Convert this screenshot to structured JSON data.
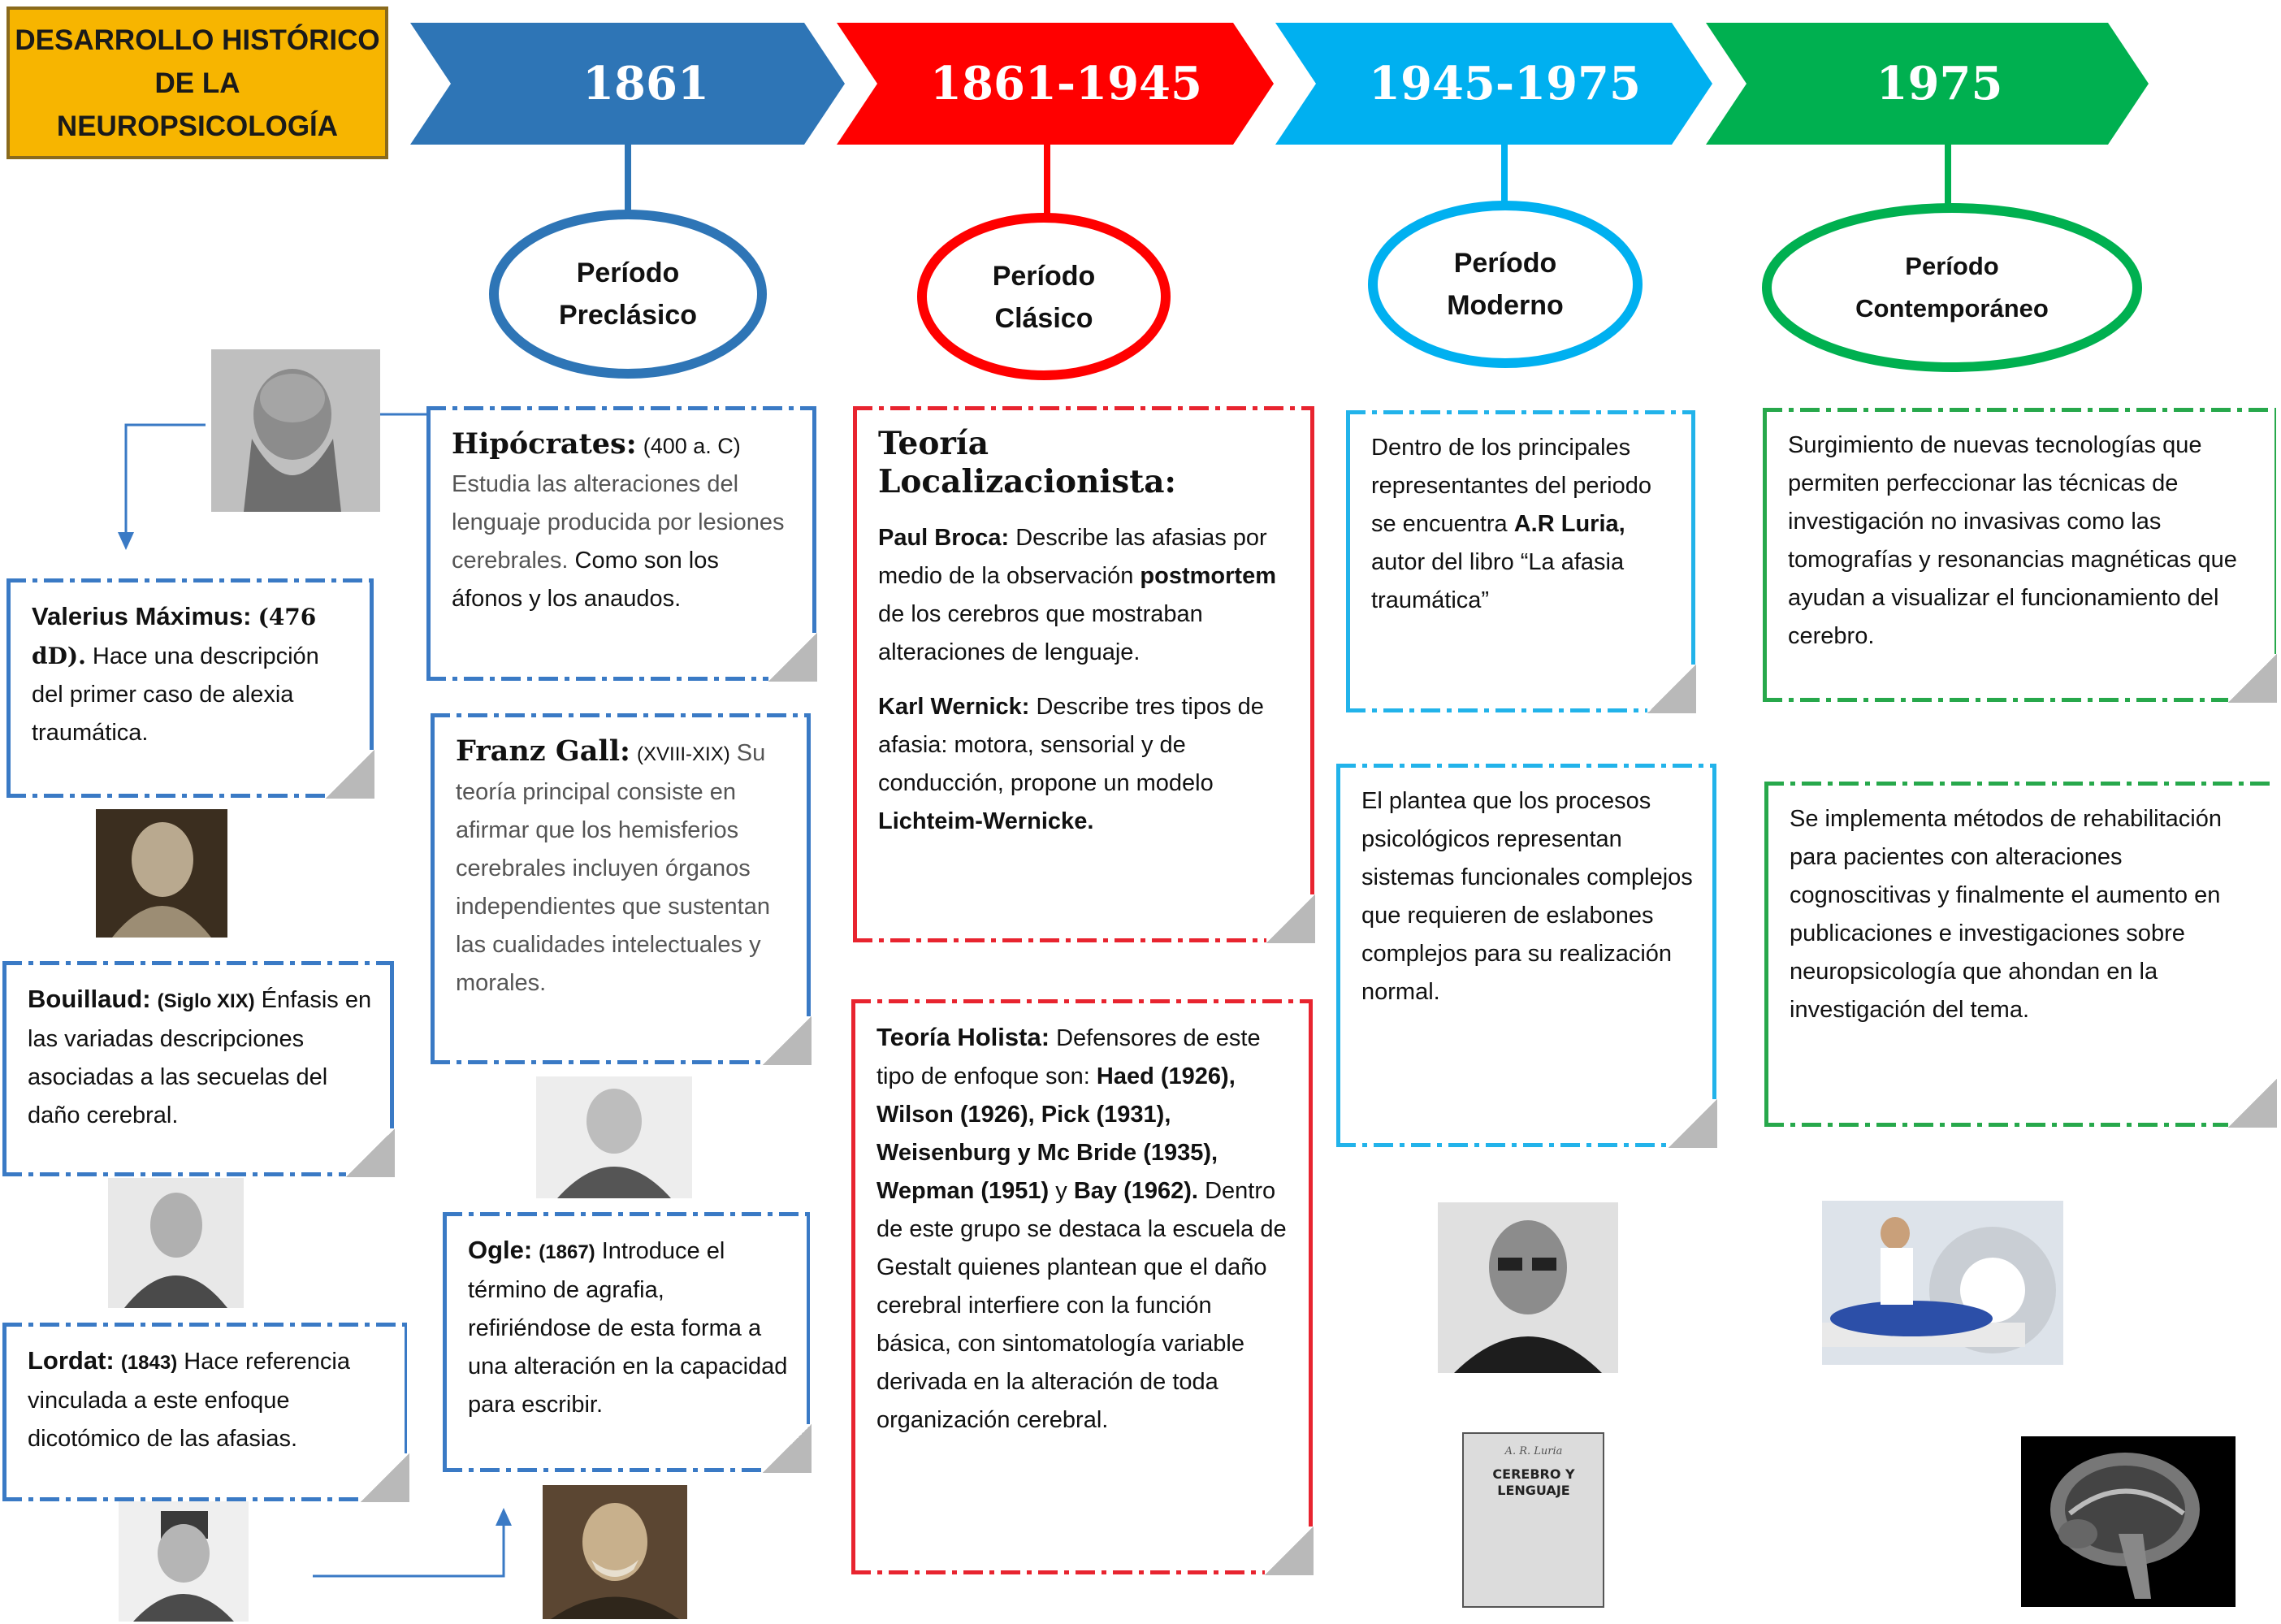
{
  "title": "DESARROLLO HISTÓRICO\nDE LA\nNEUROPSICOLOGÍA",
  "colors": {
    "blue": "#2e75b6",
    "red": "#ff0000",
    "cyan": "#00b0f0",
    "green": "#00b050",
    "title_bg": "#f7b500"
  },
  "periods": [
    {
      "year": "1861",
      "label": "Período\nPreclásico"
    },
    {
      "year": "1861-1945",
      "label": "Período\nClásico"
    },
    {
      "year": "1945-1975",
      "label": "Período\nModerno"
    },
    {
      "year": "1975",
      "label": "Período\nContemporáneo"
    }
  ],
  "preclasico_left": {
    "valerius": {
      "name": "Valerius Máximus:",
      "date": "(476 dD).",
      "text": "Hace una descripción del primer caso de alexia traumática."
    },
    "bouillaud": {
      "name": "Bouillaud:",
      "date": "(Siglo XIX)",
      "text": "Énfasis en las variadas descripciones asociadas a las secuelas del daño cerebral."
    },
    "lordat": {
      "name": "Lordat:",
      "date": "(1843)",
      "text": "Hace referencia vinculada a este enfoque dicotómico de las afasias."
    }
  },
  "preclasico_right": {
    "hipocrates": {
      "name": "Hipócrates:",
      "date": "(400 a. C)",
      "text": "Estudia las alteraciones del lenguaje producida por lesiones cerebrales.",
      "text2": "Como son los áfonos y los anaudos."
    },
    "gall": {
      "name": "Franz Gall:",
      "date": "(XVIII-XIX)",
      "text": "Su teoría principal consiste en afirmar que los hemisferios cerebrales incluyen órganos independientes que sustentan las cualidades intelectuales y morales."
    },
    "ogle": {
      "name": "Ogle:",
      "date": "(1867)",
      "text": "Introduce el término de agrafia, refiriéndose de esta forma a una alteración en la capacidad para escribir."
    }
  },
  "clasico": {
    "localizacionista": {
      "heading": "Teoría Localizacionista:",
      "broca_name": "Paul Broca:",
      "broca_text1": "Describe las afasias por medio de la observación",
      "broca_bold": "postmortem",
      "broca_text2": "de los cerebros que mostraban alteraciones de lenguaje.",
      "wernick_name": "Karl Wernick:",
      "wernick_text": "Describe tres tipos de afasia: motora, sensorial y de conducción, propone un modelo",
      "wernick_bold": "Lichteim-Wernicke."
    },
    "holista": {
      "heading": "Teoría Holista:",
      "text1": "Defensores de este tipo de enfoque son:",
      "names": "Haed (1926), Wilson (1926), Pick (1931), Weisenburg y Mc Bride (1935), Wepman (1951)",
      "y": "y",
      "bay": "Bay (1962).",
      "text2": "Dentro de este grupo se destaca la escuela de Gestalt quienes plantean que el daño cerebral interfiere con la función básica, con sintomatología variable derivada en la alteración de toda organización cerebral."
    }
  },
  "moderno": {
    "box1_a": "Dentro de los principales representantes del periodo se encuentra",
    "box1_name": "A.R Luria,",
    "box1_b": "autor del libro “La afasia traumática”",
    "box2": "El plantea que los procesos psicológicos representan sistemas funcionales complejos que requieren de eslabones complejos para su realización normal.",
    "book_author": "A. R. Luria",
    "book_title": "CEREBRO Y LENGUAJE"
  },
  "contemporaneo": {
    "box1": "Surgimiento de nuevas tecnologías que permiten perfeccionar las técnicas de investigación no invasivas como las tomografías y resonancias magnéticas que ayudan a visualizar el funcionamiento del cerebro.",
    "box2": "Se implementa métodos de rehabilitación para pacientes con alteraciones cognoscitivas y finalmente el aumento en publicaciones e investigaciones sobre neuropsicología que ahondan en la investigación del tema."
  }
}
